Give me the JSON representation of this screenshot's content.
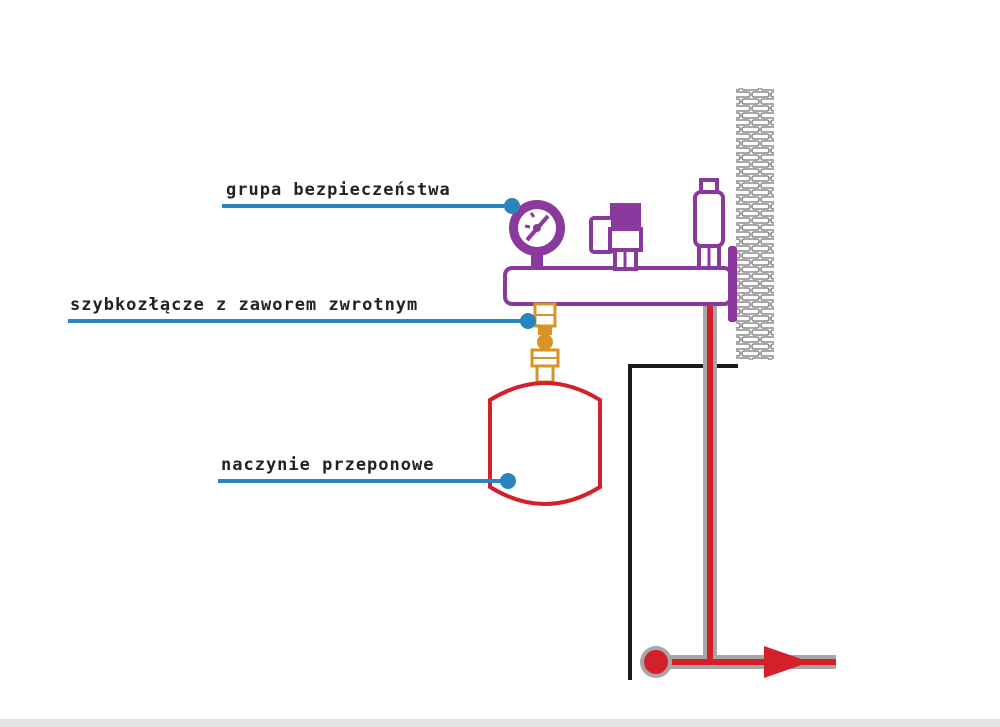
{
  "labels": {
    "safety_group": "grupa bezpieczeństwa",
    "quick_coupling": "szybkozłącze z zaworem zwrotnym",
    "expansion_vessel": "naczynie przeponowe"
  },
  "colors": {
    "accent_blue": "#2a84c0",
    "manifold_purple": "#8a3a9c",
    "pipe_red": "#d4202a",
    "pipe_gray": "#a7a7a7",
    "coupling_orange": "#d99225",
    "black_line": "#1b1b1b",
    "wall_gray": "#8c8c8c"
  },
  "icons": {
    "gauge": "pressure-gauge-icon",
    "valve": "safety-valve-icon",
    "vent": "air-vent-icon",
    "arrow": "flow-arrow-icon"
  }
}
